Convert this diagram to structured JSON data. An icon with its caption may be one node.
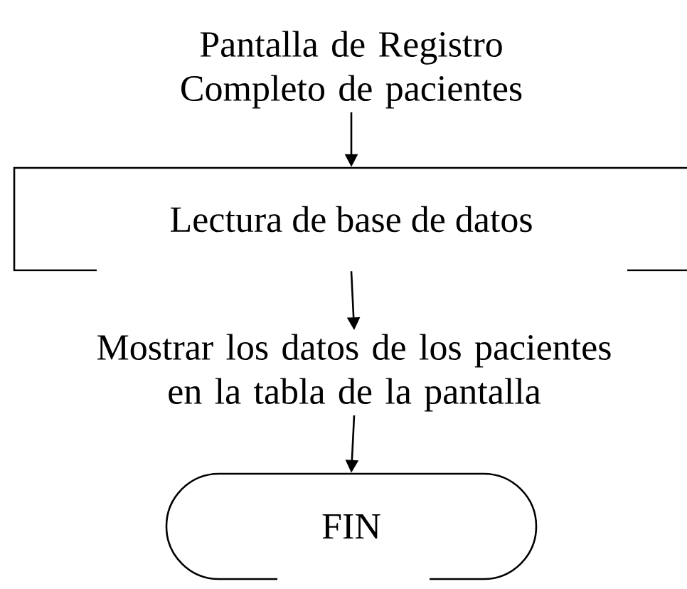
{
  "diagram": {
    "nodes": [
      {
        "text": [
          "Pantalla de Registro Completo de pacientes"
        ]
      },
      {
        "text": [
          "Lectura de base de datos"
        ]
      },
      {
        "text": [
          "Mostrar los datos de los pacientes en la tabla de la pantalla"
        ]
      },
      {
        "text": [
          "FIN"
        ]
      }
    ],
    "edges": [
      {
        "from": 0,
        "to": 1,
        "arrow": "to"
      },
      {
        "from": 1,
        "to": 2,
        "arrow": "to"
      },
      {
        "from": 2,
        "to": 3,
        "arrow": "to"
      }
    ]
  }
}
